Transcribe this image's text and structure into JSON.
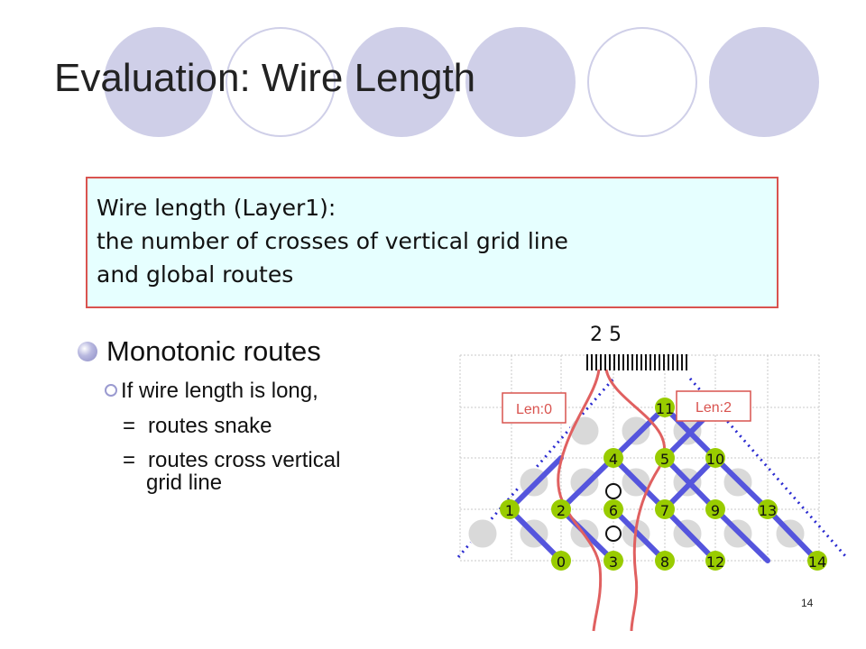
{
  "title": "Evaluation: Wire Length",
  "definition": {
    "line1": "Wire length (Layer1):",
    "line2": "the number of crosses of vertical grid line",
    "line3": "and global routes"
  },
  "bullets": {
    "main": "Monotonic routes",
    "sub": "If wire length is long,",
    "eq1": "routes snake",
    "eq2_line1": "routes cross vertical",
    "eq2_line2": "grid line",
    "eq_symbol": "="
  },
  "diagram": {
    "top_label": "2 5",
    "len_left": "Len:0",
    "len_right": "Len:2",
    "nodes": [
      "0",
      "1",
      "2",
      "3",
      "4",
      "5",
      "6",
      "7",
      "8",
      "9",
      "10",
      "11",
      "12",
      "13",
      "14"
    ],
    "colors": {
      "node_green": "#99cc00",
      "node_gray": "#d9d9d9",
      "route_blue": "#5555dd",
      "red_route": "#e06060",
      "box_border": "#d9534f",
      "definition_bg": "#e6ffff",
      "decor": "#cfcfe8"
    }
  },
  "page_number": "14"
}
